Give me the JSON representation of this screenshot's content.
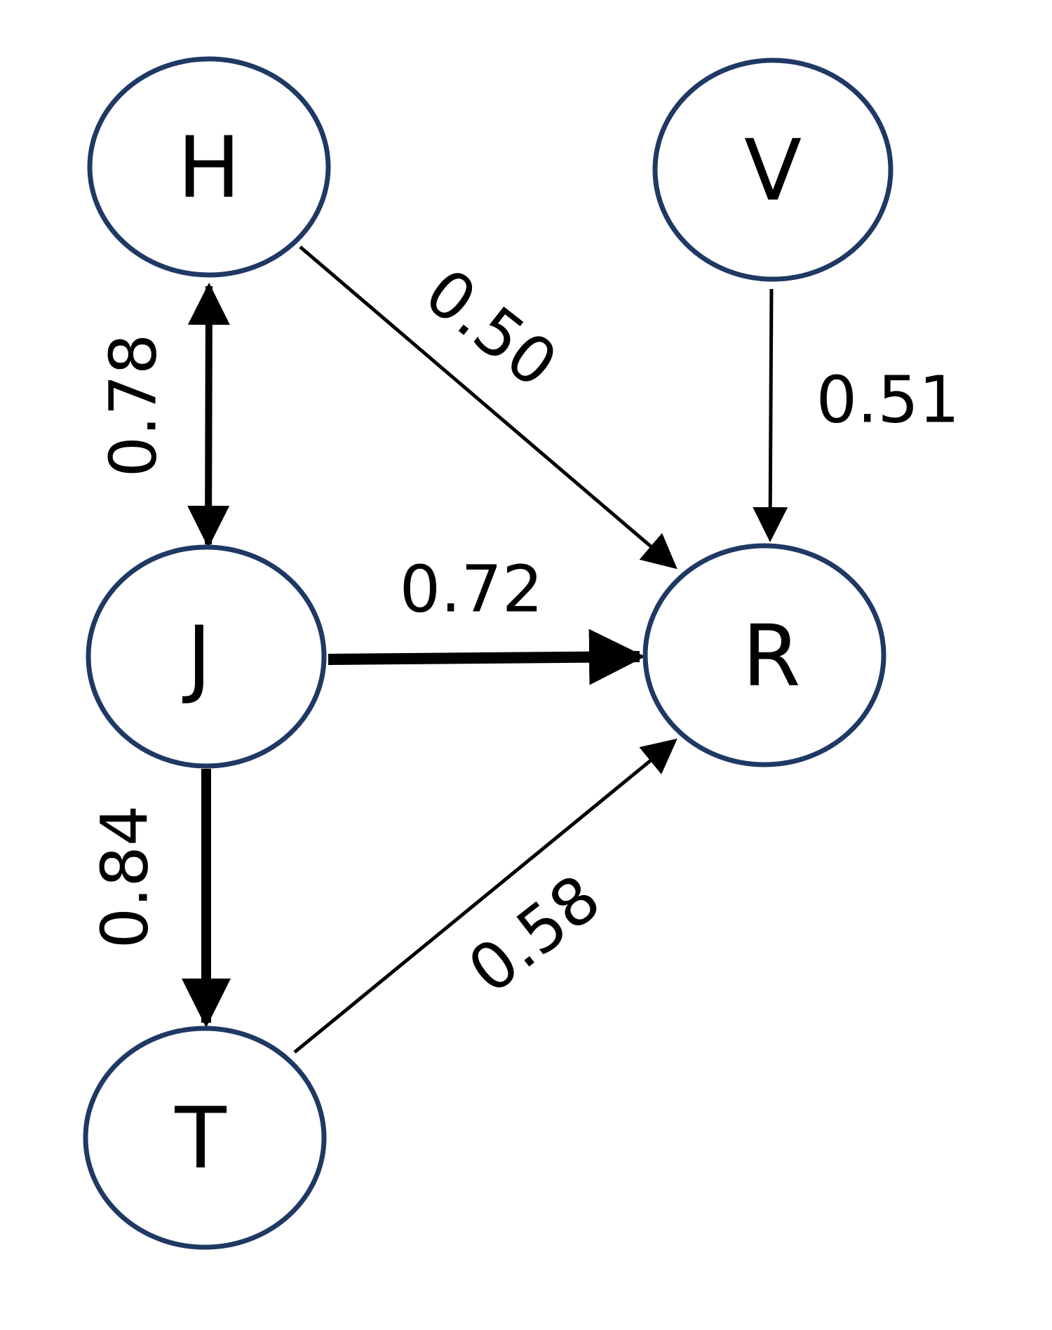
{
  "nodes": [
    {
      "id": "H",
      "label": "H"
    },
    {
      "id": "V",
      "label": "V"
    },
    {
      "id": "J",
      "label": "J"
    },
    {
      "id": "R",
      "label": "R"
    },
    {
      "id": "T",
      "label": "T"
    }
  ],
  "edges": [
    {
      "from": "H",
      "to": "J",
      "weight": "0.78",
      "bidirectional": true
    },
    {
      "from": "H",
      "to": "R",
      "weight": "0.50",
      "bidirectional": false
    },
    {
      "from": "V",
      "to": "R",
      "weight": "0.51",
      "bidirectional": false
    },
    {
      "from": "J",
      "to": "R",
      "weight": "0.72",
      "bidirectional": false
    },
    {
      "from": "J",
      "to": "T",
      "weight": "0.84",
      "bidirectional": false
    },
    {
      "from": "T",
      "to": "R",
      "weight": "0.58",
      "bidirectional": false
    }
  ],
  "colors": {
    "node_stroke": "#1f3864",
    "edge": "#000000"
  }
}
